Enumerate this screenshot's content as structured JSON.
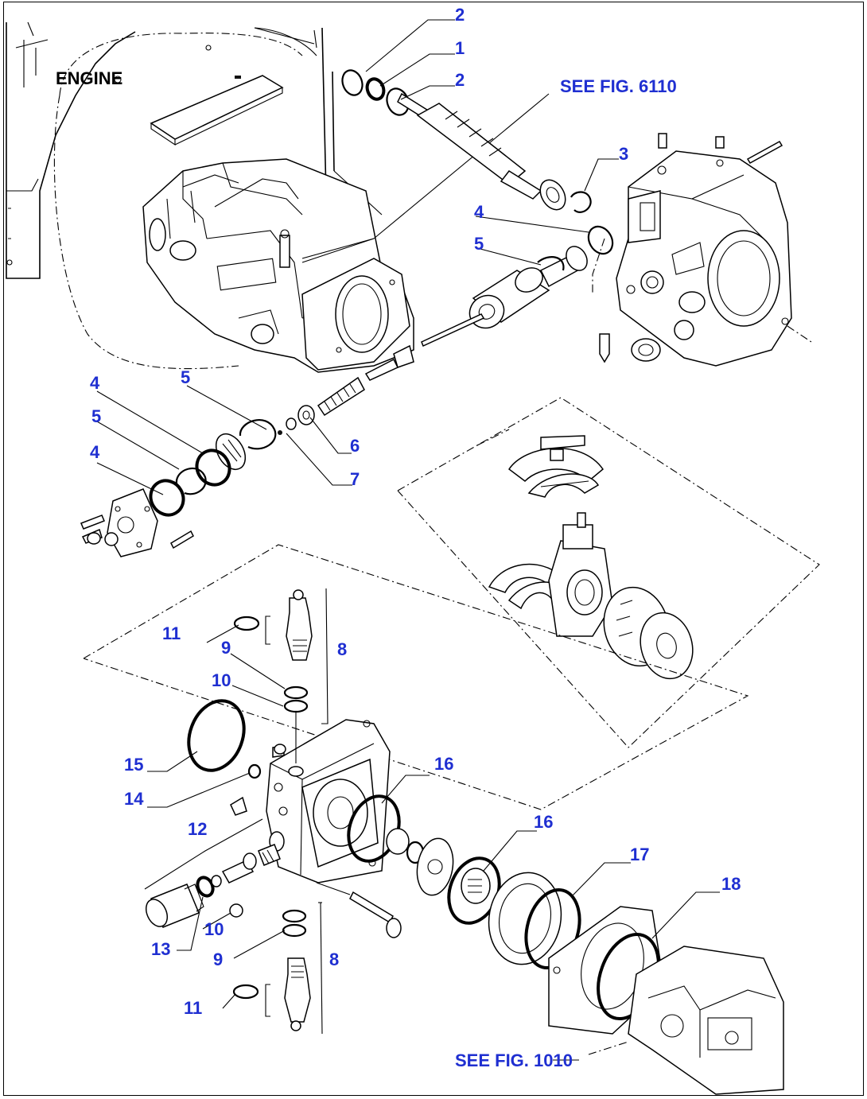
{
  "diagram": {
    "engine_label": "ENGINE",
    "references": {
      "fig_6110": "SEE FIG. 6110",
      "fig_1010": "SEE FIG. 1010"
    },
    "callouts": [
      {
        "id": "c2a",
        "text": "2"
      },
      {
        "id": "c1",
        "text": "1"
      },
      {
        "id": "c2b",
        "text": "2"
      },
      {
        "id": "c3",
        "text": "3"
      },
      {
        "id": "c4a",
        "text": "4"
      },
      {
        "id": "c5a",
        "text": "5"
      },
      {
        "id": "c4b",
        "text": "4"
      },
      {
        "id": "c5b",
        "text": "5"
      },
      {
        "id": "c5c",
        "text": "5"
      },
      {
        "id": "c4c",
        "text": "4"
      },
      {
        "id": "c6",
        "text": "6"
      },
      {
        "id": "c7",
        "text": "7"
      },
      {
        "id": "c11a",
        "text": "11"
      },
      {
        "id": "c9a",
        "text": "9"
      },
      {
        "id": "c8a",
        "text": "8"
      },
      {
        "id": "c10a",
        "text": "10"
      },
      {
        "id": "c15",
        "text": "15"
      },
      {
        "id": "c14",
        "text": "14"
      },
      {
        "id": "c12",
        "text": "12"
      },
      {
        "id": "c16a",
        "text": "16"
      },
      {
        "id": "c16b",
        "text": "16"
      },
      {
        "id": "c17",
        "text": "17"
      },
      {
        "id": "c18",
        "text": "18"
      },
      {
        "id": "c13",
        "text": "13"
      },
      {
        "id": "c10b",
        "text": "10"
      },
      {
        "id": "c9b",
        "text": "9"
      },
      {
        "id": "c8b",
        "text": "8"
      },
      {
        "id": "c11b",
        "text": "11"
      }
    ],
    "colors": {
      "callout": "#1f2fd1",
      "linework": "#000000",
      "background": "#ffffff"
    }
  }
}
